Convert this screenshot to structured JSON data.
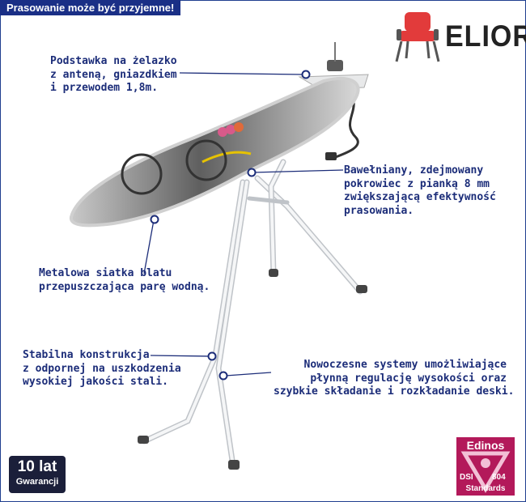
{
  "header": {
    "tagline": "Prasowanie może być przyjemne!"
  },
  "brand": {
    "name": "ELIOR",
    "logo_icon": "chair-icon",
    "accent": "#e23b3b"
  },
  "callouts": {
    "iron_rest": [
      "Podstawka na żelazko",
      "z anteną, gniazdkiem",
      "i przewodem 1,8m."
    ],
    "cover": [
      "Bawełniany, zdejmowany",
      "pokrowiec z pianką 8 mm",
      "zwiększającą efektywność",
      "prasowania."
    ],
    "mesh": [
      "Metalowa siatka blatu",
      "przepuszczająca parę wodną."
    ],
    "frame": [
      "Stabilna konstrukcja",
      "z odpornej na uszkodzenia",
      "wysokiej jakości stali."
    ],
    "height": [
      "Nowoczesne systemy umożliwiające",
      "płynną regulację wysokości oraz",
      "szybkie składanie i rozkładanie deski."
    ]
  },
  "warranty": {
    "years": "10 lat",
    "label": "Gwarancji"
  },
  "certificate": {
    "name": "Edinos",
    "code_left": "DSI",
    "code_right": "804",
    "label": "Standards",
    "color": "#b3195a"
  },
  "colors": {
    "text": "#1c2d79",
    "header_bg": "#1a2f86"
  }
}
